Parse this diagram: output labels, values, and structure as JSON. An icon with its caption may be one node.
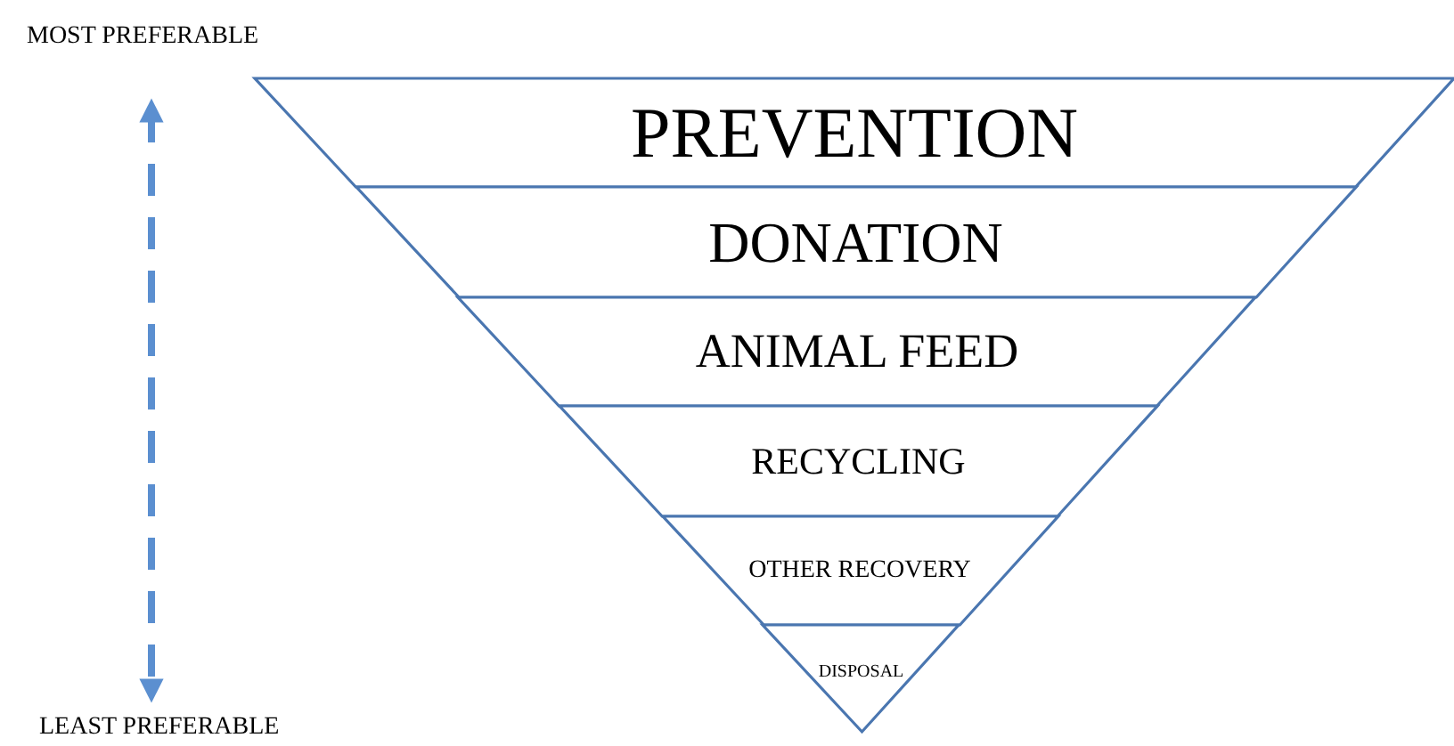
{
  "diagram": {
    "nodes": [
      {
        "text": [
          "PREVENTION"
        ]
      },
      {
        "text": [
          "DONATION"
        ]
      },
      {
        "text": [
          "ANIMAL FEED"
        ]
      },
      {
        "text": [
          "RECYCLING"
        ]
      },
      {
        "text": [
          "OTHER RECOVERY"
        ]
      },
      {
        "text": [
          "DISPOSAL"
        ]
      }
    ],
    "edges": [],
    "labels": [
      "MOST PREFERABLE",
      "LEAST PREFERABLE"
    ]
  }
}
